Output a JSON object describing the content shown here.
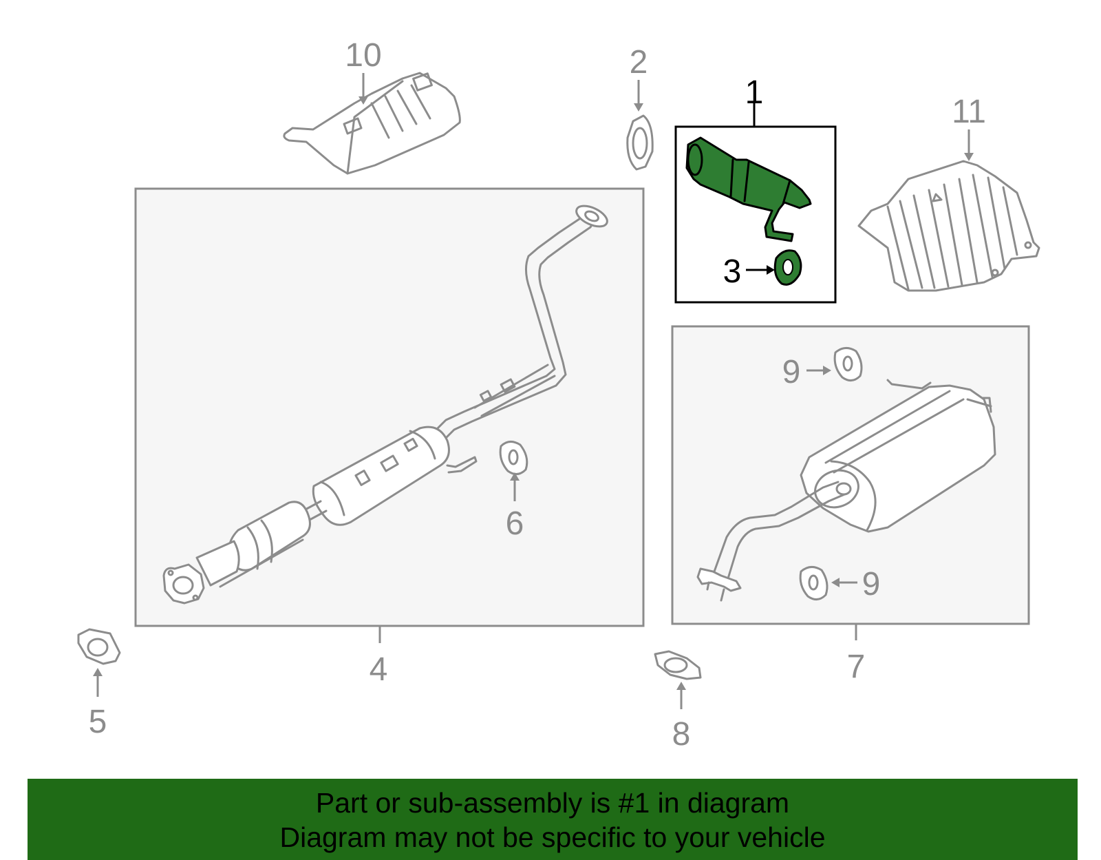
{
  "callouts": {
    "c1": "1",
    "c2": "2",
    "c3": "3",
    "c4": "4",
    "c5": "5",
    "c6": "6",
    "c7": "7",
    "c8": "8",
    "c9a": "9",
    "c9b": "9",
    "c10": "10",
    "c11": "11"
  },
  "banner": {
    "line1": "Part or sub-assembly is #1 in diagram",
    "line2": "Diagram may not be specific to your vehicle"
  },
  "colors": {
    "highlight_part": "#2e7d32",
    "banner": "#1f6b16",
    "callout_gray": "#8c8c8c",
    "callout_highlight": "#000000"
  }
}
